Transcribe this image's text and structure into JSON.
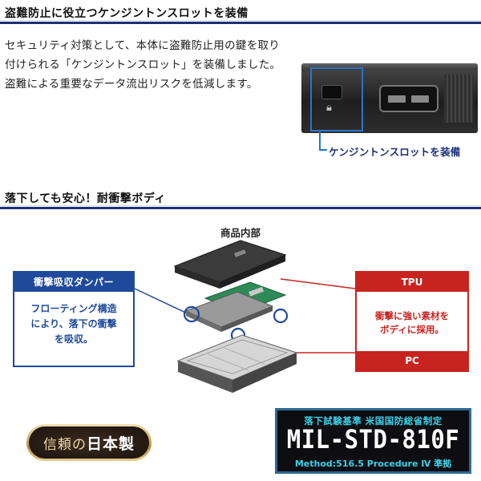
{
  "section1": {
    "title": "盗難防止に役立つケンジントンスロットを装備",
    "description": "セキュリティ対策として、本体に盗難防止用の鍵を取り付けられる「ケンジントンスロット」を装備しました。盗難による重要なデータ流出リスクを低減します。",
    "callout": "ケンジントンスロットを装備",
    "lock_icon": "lock-icon",
    "colors": {
      "rule": "#1c2f7a",
      "callout": "#2a74c9"
    }
  },
  "section2": {
    "title": "落下しても安心！耐衝撃ボディ",
    "diagram_title": "商品内部",
    "left_panel": {
      "head": "衝撃吸収ダンパー",
      "body": "フローティング構造\nにより、落下の衝撃\nを吸収。"
    },
    "right_panel": {
      "top": "TPU",
      "body": "衝撃に強い素材を\nボディに採用。",
      "bottom": "PC"
    },
    "colors": {
      "blue": "#1f4a9c",
      "red": "#c8241f"
    }
  },
  "badges": {
    "japan": {
      "prefix": "信頼の",
      "emphasis": "日本製"
    },
    "mil": {
      "line1": "落下試験基準 米国国防総省制定",
      "line2": "MIL-STD-810F",
      "line3": "Method:516.5 Procedure Ⅳ 準拠"
    }
  }
}
